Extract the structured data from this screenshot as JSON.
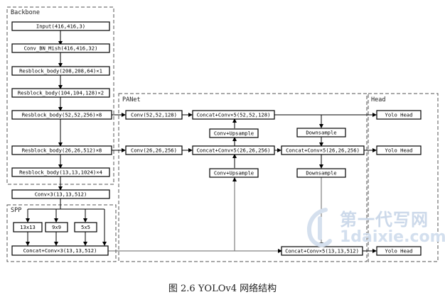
{
  "regions": {
    "backbone": "Backbone",
    "spp": "SPP",
    "panet": "PANet",
    "head": "Head"
  },
  "nodes": {
    "input": "Input(416,416,3)",
    "conv_bn_mish": "Conv_BN_Mish(416,416,32)",
    "resblock_1": "Resblock_body(208,208,64)×1",
    "resblock_2": "Resblock_body(104,104,128)×2",
    "resblock_3": "Resblock_body(52,52,256)×8",
    "resblock_4": "Resblock_body(26,26,512)×8",
    "resblock_5": "Resblock_body(13,13,1024)×4",
    "conv3_a": "Conv×3(13,13,512)",
    "pool_13": "13x13",
    "pool_9": "9x9",
    "pool_5": "5x5",
    "spp_concat": "Concat+Conv×3(13,13,512)",
    "pan_conv_52": "Conv(52,52,128)",
    "pan_conv_26": "Conv(26,26,256)",
    "pan_concat_52": "Concat+Conv×5(52,52,128)",
    "pan_upsample_1": "Conv+Upsample",
    "pan_concat_26a": "Concat+Conv×5(26,26,256)",
    "pan_upsample_2": "Conv+Upsample",
    "pan_downsample_1": "Downsample",
    "pan_concat_26b": "Concat+Conv×5(26,26,256)",
    "pan_downsample_2": "Downsample",
    "pan_concat_13": "Concat+Conv×5(13,13,512)",
    "head_1": "Yolo Head",
    "head_2": "Yolo Head",
    "head_3": "Yolo Head"
  },
  "caption": "图 2.6 YOLOv4 网络结构",
  "watermark": {
    "line1": "第一代写网",
    "line2": "1daixie.com"
  }
}
